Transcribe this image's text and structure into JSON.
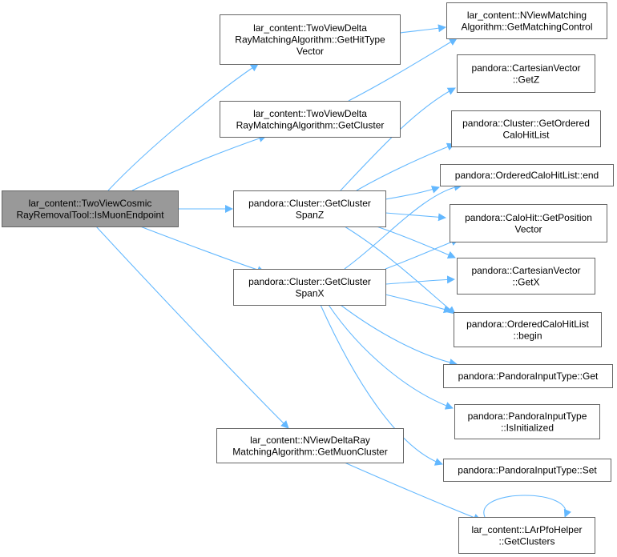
{
  "nodes": {
    "root": [
      "lar_content::TwoViewCosmic",
      "RayRemovalTool::IsMuonEndpoint"
    ],
    "get_hit_type_vector": [
      "lar_content::TwoViewDelta",
      "RayMatchingAlgorithm::GetHitType",
      "Vector"
    ],
    "get_matching_control": [
      "lar_content::NViewMatching",
      "Algorithm::GetMatchingControl"
    ],
    "get_cluster": [
      "lar_content::TwoViewDelta",
      "RayMatchingAlgorithm::GetCluster"
    ],
    "cartesian_get_z": [
      "pandora::CartesianVector",
      "::GetZ"
    ],
    "cluster_get_ordered_calo_hit_list": [
      "pandora::Cluster::GetOrdered",
      "CaloHitList"
    ],
    "ordered_calo_hit_list_end": [
      "pandora::OrderedCaloHitList::end"
    ],
    "cluster_get_cluster_span_z": [
      "pandora::Cluster::GetCluster",
      "SpanZ"
    ],
    "calo_hit_get_position_vector": [
      "pandora::CaloHit::GetPosition",
      "Vector"
    ],
    "cartesian_get_x": [
      "pandora::CartesianVector",
      "::GetX"
    ],
    "cluster_get_cluster_span_x": [
      "pandora::Cluster::GetCluster",
      "SpanX"
    ],
    "ordered_calo_hit_list_begin": [
      "pandora::OrderedCaloHitList",
      "::begin"
    ],
    "pandora_input_type_get": [
      "pandora::PandoraInputType::Get"
    ],
    "pandora_input_type_is_initialized": [
      "pandora::PandoraInputType",
      "::IsInitialized"
    ],
    "get_muon_cluster": [
      "lar_content::NViewDeltaRay",
      "MatchingAlgorithm::GetMuonCluster"
    ],
    "pandora_input_type_set": [
      "pandora::PandoraInputType::Set"
    ],
    "lar_pfo_helper_get_clusters": [
      "lar_content::LArPfoHelper",
      "::GetClusters"
    ]
  },
  "edges": [
    [
      "root",
      "get_hit_type_vector"
    ],
    [
      "root",
      "get_cluster"
    ],
    [
      "root",
      "cluster_get_cluster_span_z"
    ],
    [
      "root",
      "cluster_get_cluster_span_x"
    ],
    [
      "root",
      "get_muon_cluster"
    ],
    [
      "get_hit_type_vector",
      "get_matching_control"
    ],
    [
      "get_cluster",
      "get_matching_control"
    ],
    [
      "cluster_get_cluster_span_z",
      "cartesian_get_z"
    ],
    [
      "cluster_get_cluster_span_z",
      "cluster_get_ordered_calo_hit_list"
    ],
    [
      "cluster_get_cluster_span_z",
      "ordered_calo_hit_list_end"
    ],
    [
      "cluster_get_cluster_span_z",
      "calo_hit_get_position_vector"
    ],
    [
      "cluster_get_cluster_span_z",
      "cartesian_get_x"
    ],
    [
      "cluster_get_cluster_span_z",
      "ordered_calo_hit_list_begin"
    ],
    [
      "cluster_get_cluster_span_x",
      "ordered_calo_hit_list_end"
    ],
    [
      "cluster_get_cluster_span_x",
      "calo_hit_get_position_vector"
    ],
    [
      "cluster_get_cluster_span_x",
      "cartesian_get_x"
    ],
    [
      "cluster_get_cluster_span_x",
      "ordered_calo_hit_list_begin"
    ],
    [
      "cluster_get_cluster_span_x",
      "pandora_input_type_get"
    ],
    [
      "cluster_get_cluster_span_x",
      "pandora_input_type_is_initialized"
    ],
    [
      "cluster_get_cluster_span_x",
      "pandora_input_type_set"
    ],
    [
      "get_muon_cluster",
      "lar_pfo_helper_get_clusters"
    ],
    [
      "lar_pfo_helper_get_clusters",
      "lar_pfo_helper_get_clusters"
    ]
  ],
  "colors": {
    "edge": "#63b8ff",
    "root_fill": "#999999",
    "node_fill": "#ffffff",
    "node_border": "#666666"
  }
}
